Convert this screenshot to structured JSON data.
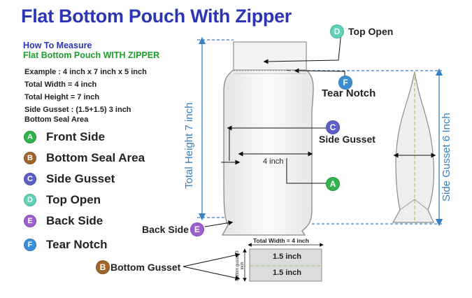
{
  "title": "Flat Bottom Pouch With Zipper",
  "measure": {
    "line1": "How To Measure",
    "line2": "Flat Bottom Pouch WITH ZIPPER"
  },
  "specs": [
    "Example : 4 inch x 7 inch x 5 inch",
    "Total Width = 4 inch",
    "Total Height = 7 inch",
    "Side Gusset : (1.5+1.5) 3 inch",
    "Bottom Seal Area"
  ],
  "legend": [
    {
      "letter": "A",
      "label": "Front Side",
      "color": "#2fb34a"
    },
    {
      "letter": "B",
      "label": "Bottom Seal Area",
      "color": "#a0652b"
    },
    {
      "letter": "C",
      "label": "Side Gusset",
      "color": "#5b5fc7"
    },
    {
      "letter": "D",
      "label": "Top Open",
      "color": "#5fd2b8"
    },
    {
      "letter": "E",
      "label": "Back Side",
      "color": "#9b5fd0"
    },
    {
      "letter": "F",
      "label": "Tear Notch",
      "color": "#3b8fd6"
    }
  ],
  "callouts": {
    "top_open": "Top Open",
    "tear_notch": "Tear Notch",
    "side_gusset": "Side Gusset",
    "back_side": "Back Side",
    "bottom_gusset": "Bottom Gusset"
  },
  "dimensions": {
    "total_height": "Total Height 7 inch",
    "side_gusset_height": "Side Gusset 6 Inch",
    "width": "4 inch",
    "bottom_total_width": "Total Width = 4 inch",
    "bottom_gusset_side": "Bottom gusset 3 inch",
    "half_a": "1.5 inch",
    "half_b": "1.5 inch",
    "notch_mark": "~"
  }
}
